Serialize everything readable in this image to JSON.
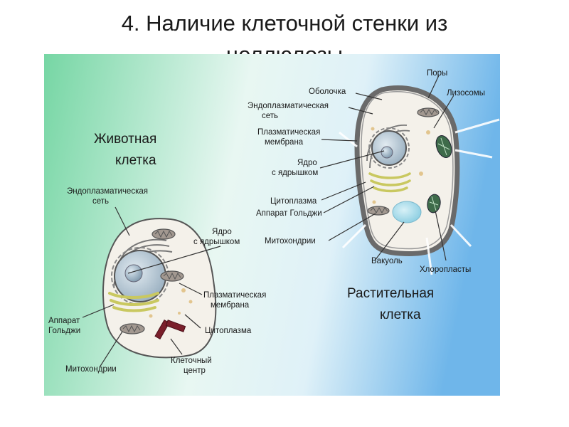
{
  "title": {
    "line1": "4. Наличие клеточной стенки из",
    "line2": "целлюлозы"
  },
  "animal": {
    "heading_line1": "Животная",
    "heading_line2": "клетка",
    "labels": {
      "er_line1": "Эндоплазматическая",
      "er_line2": "сеть",
      "nucleus_line1": "Ядро",
      "nucleus_line2": "с ядрышком",
      "membrane_line1": "Плазматическая",
      "membrane_line2": "мембрана",
      "golgi_line1": "Аппарат",
      "golgi_line2": "Гольджи",
      "cytoplasm": "Цитоплазма",
      "mitochondria": "Митохондрии",
      "centrosome_line1": "Клеточный",
      "centrosome_line2": "центр"
    }
  },
  "plant": {
    "heading_line1": "Растительная",
    "heading_line2": "клетка",
    "labels": {
      "pores": "Поры",
      "wall": "Оболочка",
      "lysosomes": "Лизосомы",
      "er_line1": "Эндоплазматическая",
      "er_line2": "сеть",
      "membrane_line1": "Плазматическая",
      "membrane_line2": "мембрана",
      "nucleus_line1": "Ядро",
      "nucleus_line2": "с ядрышком",
      "cytoplasm": "Цитоплазма",
      "golgi": "Аппарат Гольджи",
      "mitochondria": "Митохондрии",
      "vacuole": "Вакуоль",
      "chloroplasts": "Хлоропласты"
    }
  },
  "colors": {
    "bg_left": "#7fd9a8",
    "bg_mid": "#e6f6f0",
    "bg_right": "#7fbce8",
    "cell_fill": "#f4f1ea",
    "nucleus": "#b9c9d6",
    "golgi": "#d9d97a",
    "mito": "#9a8f86",
    "centrosome": "#7a1f2b",
    "chloroplast": "#3e6b4a",
    "vacuole": "#a8dbe8",
    "line": "#333333"
  }
}
